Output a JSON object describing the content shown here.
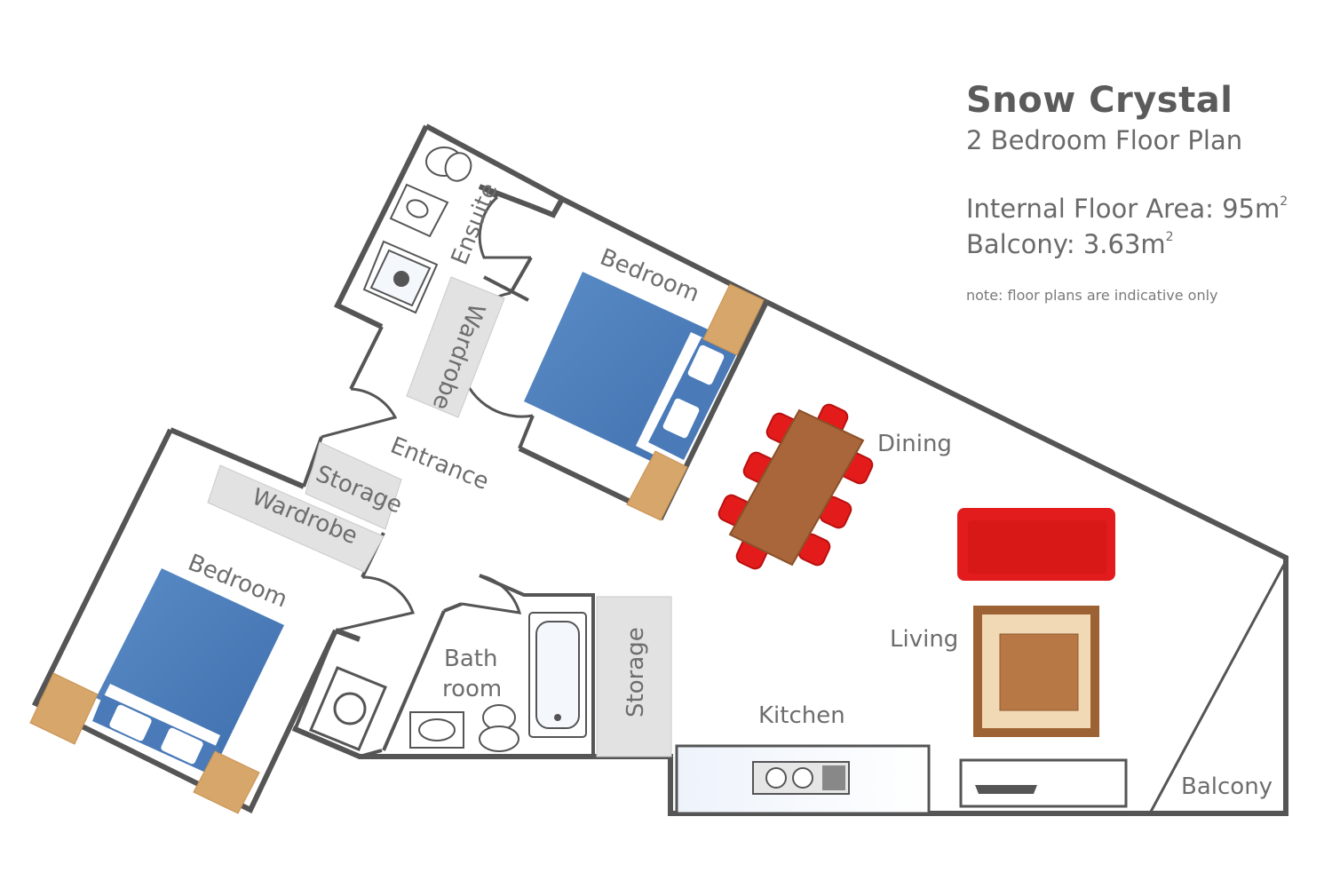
{
  "title": {
    "name": "Snow Crystal",
    "subtitle": "2 Bedroom Floor Plan",
    "internal_area_label": "Internal Floor Area: 95m",
    "internal_area_sup": "2",
    "balcony_area_label": "Balcony: 3.63m",
    "balcony_area_sup": "2",
    "note": "note: floor plans are indicative only"
  },
  "rooms": {
    "ensuite": "Ensuite",
    "bedroom_1": "Bedroom",
    "wardrobe_1": "Wardrobe",
    "entrance": "Entrance",
    "storage_1": "Storage",
    "wardrobe_2": "Wardrobe",
    "bedroom_2": "Bedroom",
    "bath_line1": "Bath",
    "bath_line2": "room",
    "storage_2": "Storage",
    "kitchen": "Kitchen",
    "dining": "Dining",
    "living": "Living",
    "balcony": "Balcony"
  },
  "colors": {
    "wall": "#555555",
    "bed_blue": "#4a7ab8",
    "side_table": "#d6a66a",
    "table_brown": "#a8663a",
    "chair_red": "#e31b1b",
    "sofa_red": "#e21c1c",
    "rug_brown": "#9c6234",
    "storage_grey": "#e2e2e2"
  }
}
